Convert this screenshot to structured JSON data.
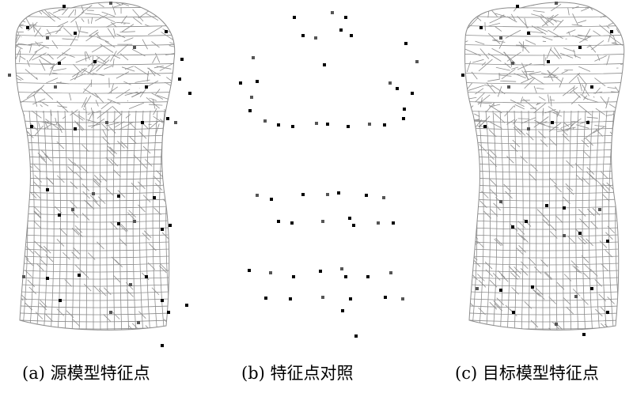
{
  "panels": [
    {
      "id": "a",
      "caption": "(a) 源模型特征点"
    },
    {
      "id": "b",
      "caption": "(b)  特征点对照"
    },
    {
      "id": "c",
      "caption": "(c) 目标模型特征点"
    }
  ],
  "colors": {
    "mesh": "#8c8c8c",
    "point_dark": "#000000",
    "point_gray": "#555555"
  }
}
